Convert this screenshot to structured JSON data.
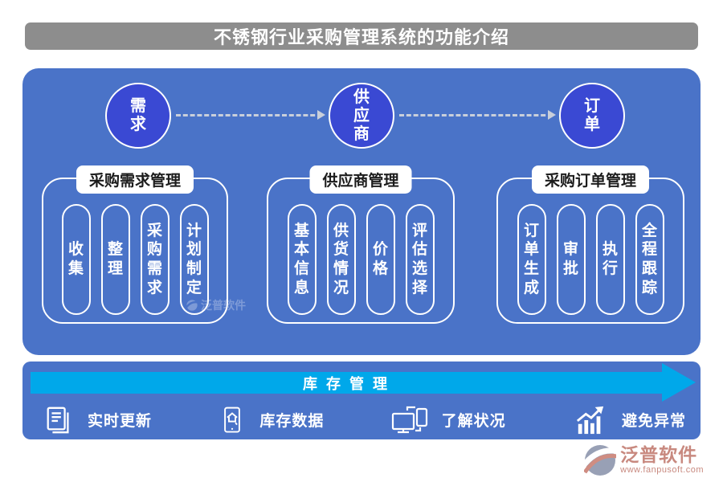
{
  "header": {
    "title": "不锈钢行业采购管理系统的功能介绍"
  },
  "flow": {
    "nodes": [
      {
        "label": "需求"
      },
      {
        "label": "供应商"
      },
      {
        "label": "订单"
      }
    ]
  },
  "sections": [
    {
      "title": "采购需求管理",
      "items": [
        "收集",
        "整理",
        "采购需求",
        "计划制定"
      ]
    },
    {
      "title": "供应商管理",
      "items": [
        "基本信息",
        "供货情况",
        "价格",
        "评估选择"
      ]
    },
    {
      "title": "采购订单管理",
      "items": [
        "订单生成",
        "审批",
        "执行",
        "全程跟踪"
      ]
    }
  ],
  "inventory": {
    "banner": "库 存 管 理",
    "features": [
      {
        "icon": "documents-icon",
        "label": "实时更新"
      },
      {
        "icon": "phone-inventory-icon",
        "label": "库存数据"
      },
      {
        "icon": "devices-icon",
        "label": "了解状况"
      },
      {
        "icon": "trend-chart-icon",
        "label": "避免异常"
      }
    ]
  },
  "watermark": {
    "text": "泛普软件"
  },
  "logo": {
    "name": "泛普软件",
    "url": "www.fanpusoft.com"
  },
  "colors": {
    "panel_blue": "#4a73c8",
    "node_blue": "#3a49d3",
    "banner_cyan": "#00a8ea",
    "header_gray": "#8d8d8d",
    "logo_salmon": "#c8897f"
  }
}
